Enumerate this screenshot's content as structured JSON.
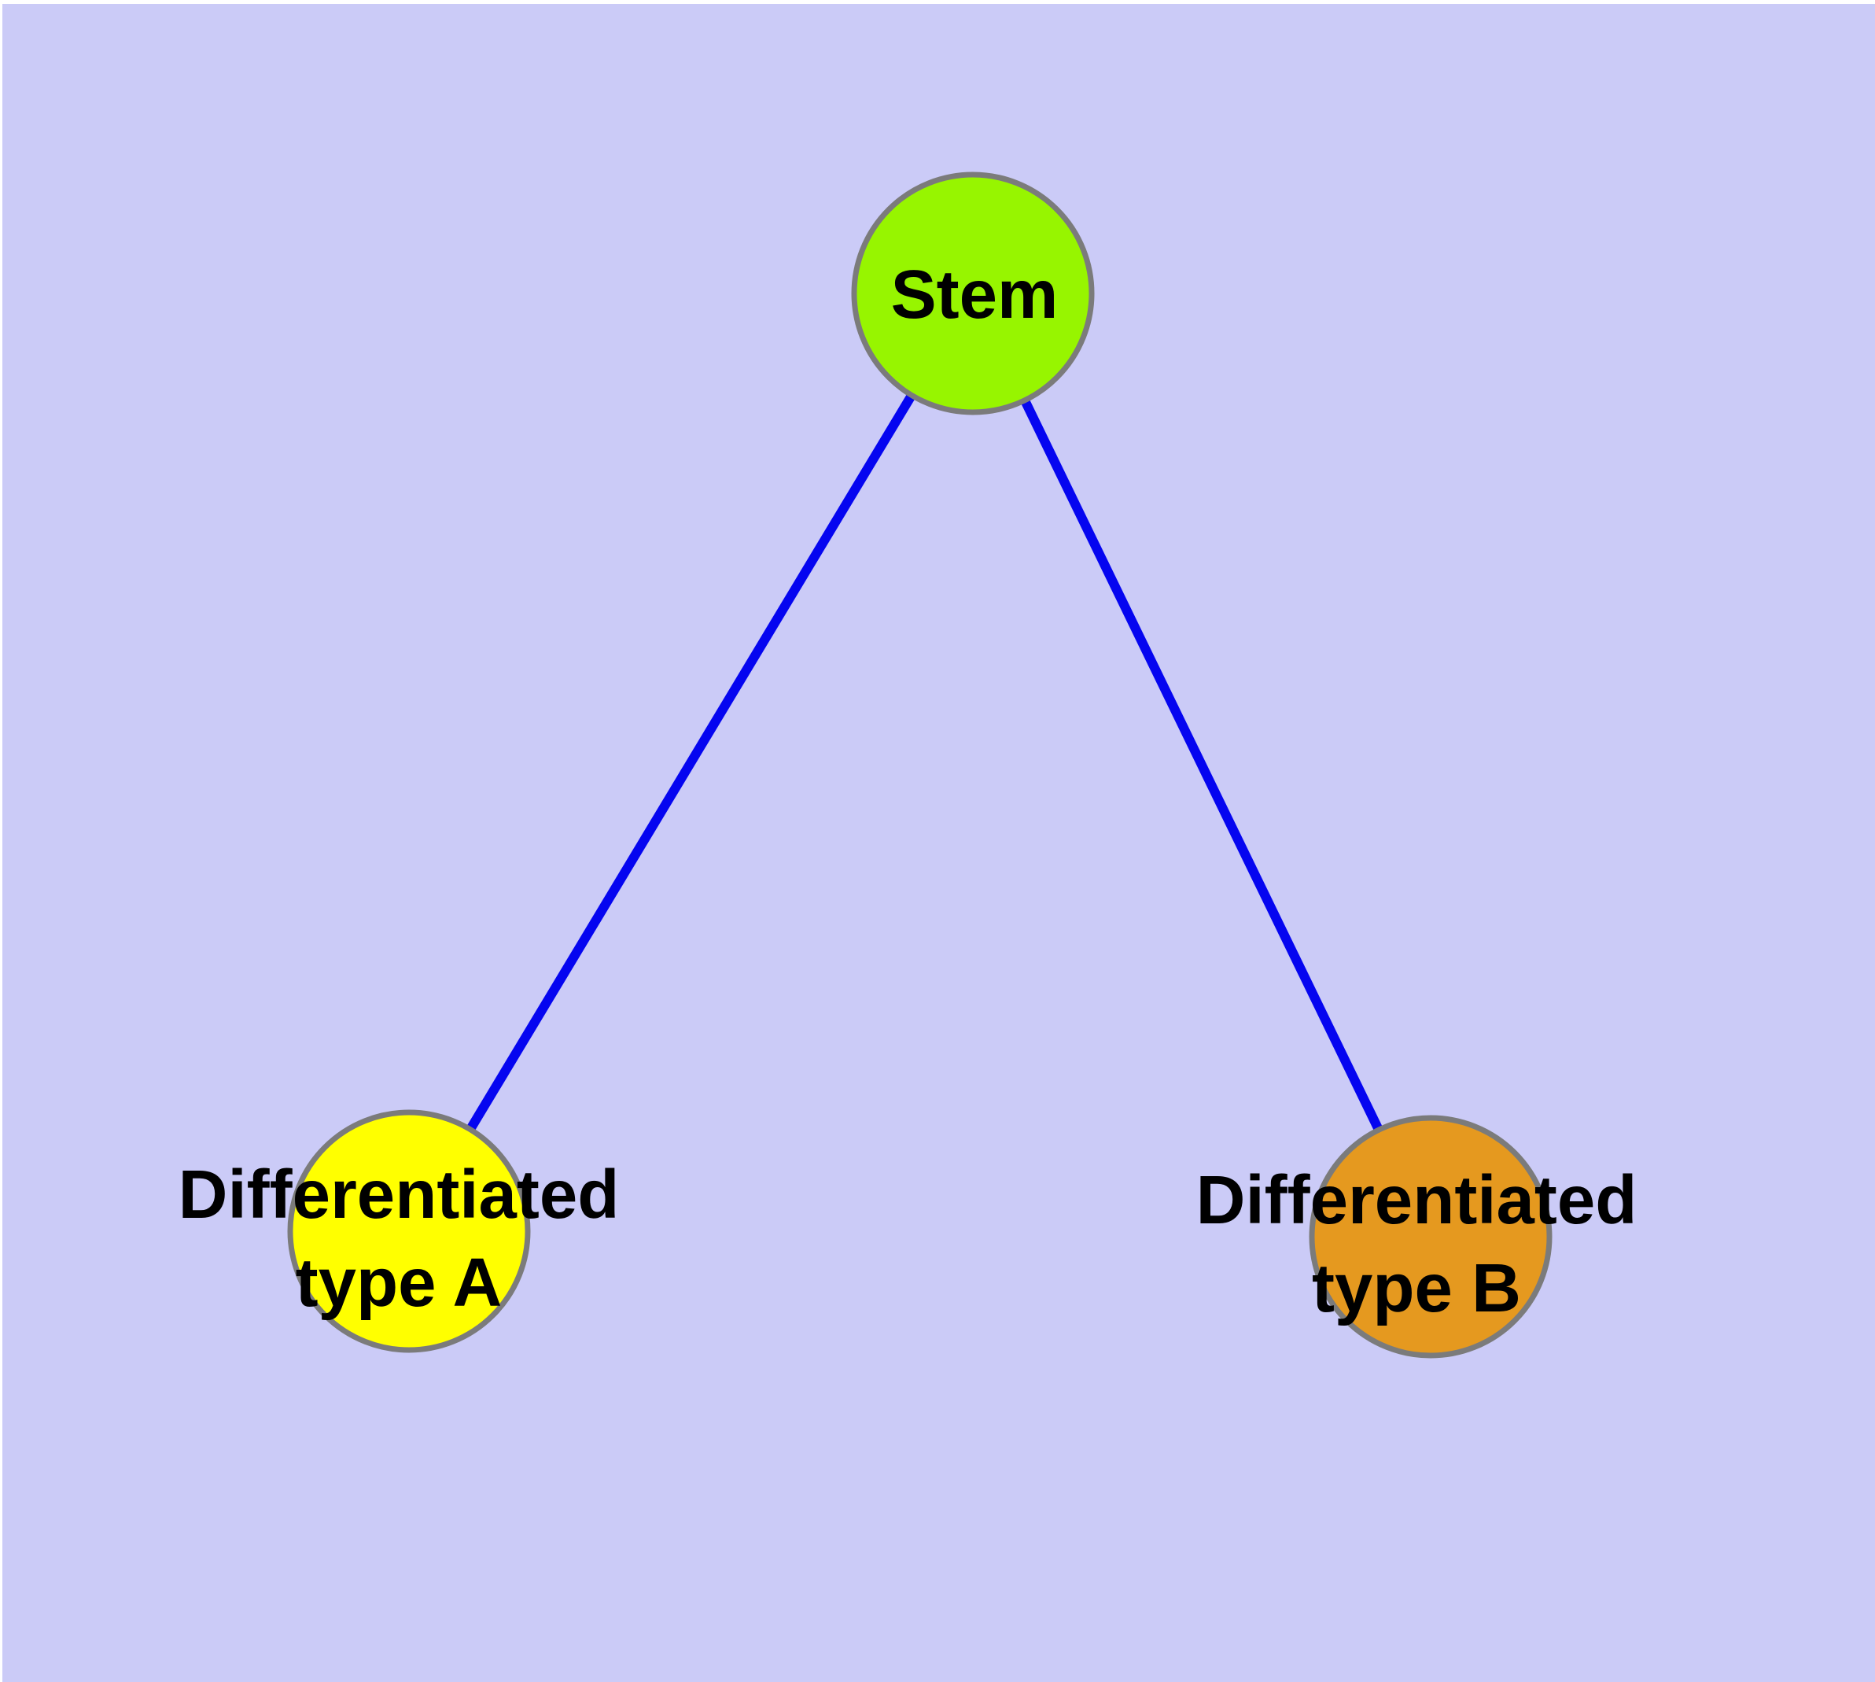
{
  "diagram": {
    "type": "graph",
    "description": "Cell differentiation diagram: a Stem node linked to two differentiated cell type nodes",
    "background_color": "#CBCBF7",
    "frame_color": "#FFFFFF",
    "edge_color": "#0505F0",
    "node_border_color": "#7B7B7B",
    "label_color": "#000000",
    "nodes": [
      {
        "id": "stem",
        "label": "Stem",
        "label_line1": "Stem",
        "label_line2": "",
        "fill": "#97F500"
      },
      {
        "id": "type-a",
        "label": "Differentiated type A",
        "label_line1": "Differentiated",
        "label_line2": "type A",
        "fill": "#FFFF00"
      },
      {
        "id": "type-b",
        "label": "Differentiated type B",
        "label_line1": "Differentiated",
        "label_line2": "type B",
        "fill": "#E5991F"
      }
    ],
    "edges": [
      {
        "from": "Stem",
        "to": "Differentiated type A"
      },
      {
        "from": "Stem",
        "to": "Differentiated type B"
      }
    ]
  }
}
